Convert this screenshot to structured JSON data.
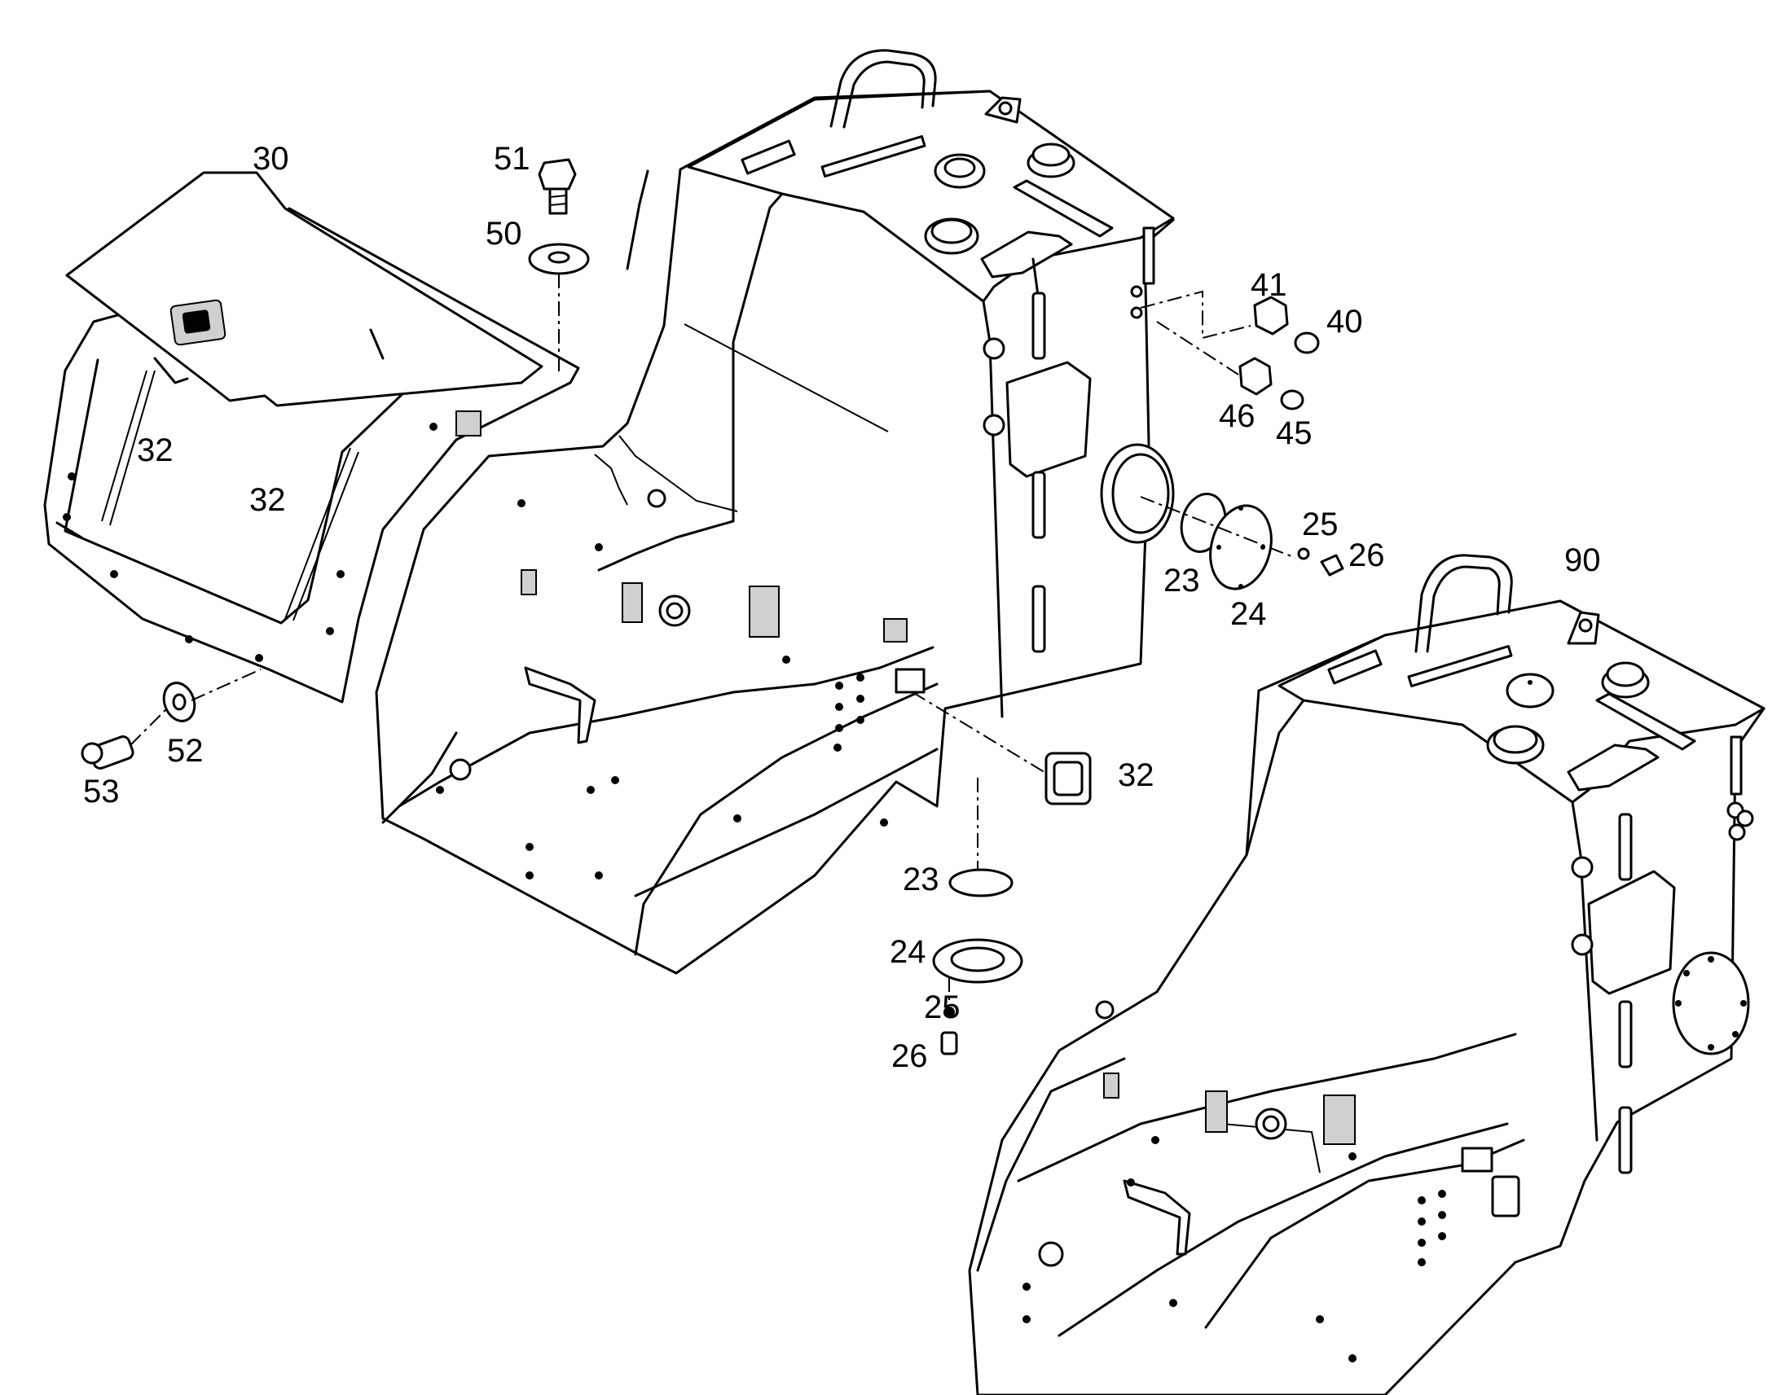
{
  "callouts": {
    "c30": "30",
    "c51": "51",
    "c50": "50",
    "c32_a": "32",
    "c32_b": "32",
    "c32_c": "32",
    "c41": "41",
    "c40": "40",
    "c46": "46",
    "c45": "45",
    "c25_a": "25",
    "c26_a": "26",
    "c23_a": "23",
    "c24_a": "24",
    "c90": "90",
    "c52": "52",
    "c53": "53",
    "c23_b": "23",
    "c24_b": "24",
    "c25_b": "25",
    "c26_b": "26"
  }
}
